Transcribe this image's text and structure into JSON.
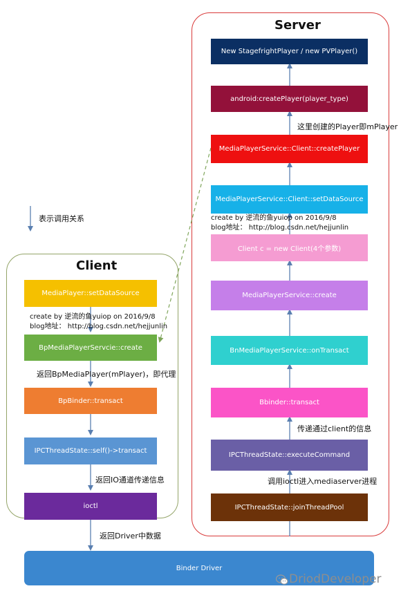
{
  "server": {
    "title": "Server",
    "boxes": [
      {
        "label": "New StagefrightPlayer / new PVPlayer()",
        "color": "#0b2f63"
      },
      {
        "label": "android:createPlayer(player_type)",
        "color": "#93113a"
      },
      {
        "label": "MediaPlayerService::Client::createPlayer",
        "color": "#ee1010"
      },
      {
        "label": "MediaPlayerService::Client::setDataSource",
        "color": "#17b1e8"
      },
      {
        "label": "Client c = new Client(4个参数)",
        "color": "#f59cd2"
      },
      {
        "label": "MediaPlayerService::create",
        "color": "#c57fe9"
      },
      {
        "label": "BnMediaPlayerService::onTransact",
        "color": "#2fd0cf"
      },
      {
        "label": "Bbinder::transact",
        "color": "#fb54c7"
      },
      {
        "label": "IPCThreadState::executeCommand",
        "color": "#6a5fa6"
      },
      {
        "label": "IPCThreadState::joinThreadPool",
        "color": "#6c3209"
      }
    ],
    "notes": {
      "create_player_note": "这里创建的Player即mPlayer",
      "client_info_note": "传递通过client的信息",
      "ioctl_note": "调用ioctl进入mediaserver进程"
    },
    "watermark": {
      "line1": "create by 逆流的鱼yuiop on 2016/9/8",
      "line2": "blog地址： http://blog.csdn.net/hejjunlin"
    }
  },
  "client": {
    "title": "Client",
    "boxes": [
      {
        "label": "MediaPlayer::setDataSource",
        "color": "#f5c000"
      },
      {
        "label": "BpMediaPlayerServcie::create",
        "color": "#6cae44"
      },
      {
        "label": "BpBinder::transact",
        "color": "#ee7d31"
      },
      {
        "label": "IPCThreadState::self()->transact",
        "color": "#5a95d3"
      },
      {
        "label": "ioctl",
        "color": "#6b2a9c"
      }
    ],
    "notes": {
      "return_proxy_note": "返回BpMediaPlayer(mPlayer)，即代理",
      "return_io_note": "返回IO通道传递信息",
      "return_driver_note": "返回Driver中数据"
    },
    "watermark": {
      "line1": "create by 逆流的鱼yuiop on 2016/9/8",
      "line2": "blog地址： http://blog.csdn.net/hejjunlin"
    }
  },
  "legend": {
    "label": "表示调用关系"
  },
  "binder_driver": {
    "label": "Binder Driver",
    "color": "#3b87cf"
  },
  "brand": {
    "name": "DriodDeveloper",
    "icon": "wechat-icon"
  },
  "colors": {
    "arrow": "#5a7fb0",
    "dashed_arrow": "#7fa55a",
    "server_border": "#d93a3a",
    "client_border": "#93a468"
  }
}
